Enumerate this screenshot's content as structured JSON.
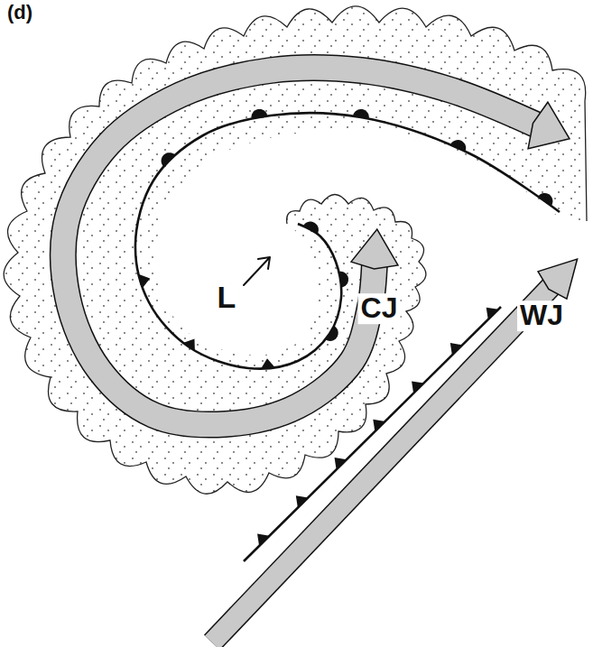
{
  "diagram": {
    "labels": [
      "(d)",
      "L",
      "CJ",
      "WJ"
    ]
  }
}
